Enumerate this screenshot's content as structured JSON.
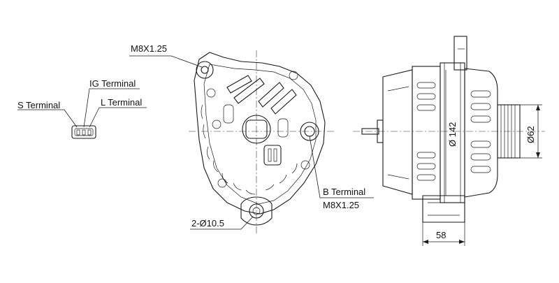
{
  "labels": {
    "mount_thread": "M8X1.25",
    "ig_terminal": "IG Terminal",
    "s_terminal": "S Terminal",
    "l_terminal": "L Terminal",
    "b_terminal": "B Terminal",
    "b_thread": "M8X1.25",
    "mount_holes": "2-Ø10.5",
    "housing_dia": "Ø 142",
    "pulley_dia": "Ø62",
    "width_dim": "58"
  },
  "colors": {
    "line": "#1a1a1a",
    "background": "#ffffff"
  }
}
